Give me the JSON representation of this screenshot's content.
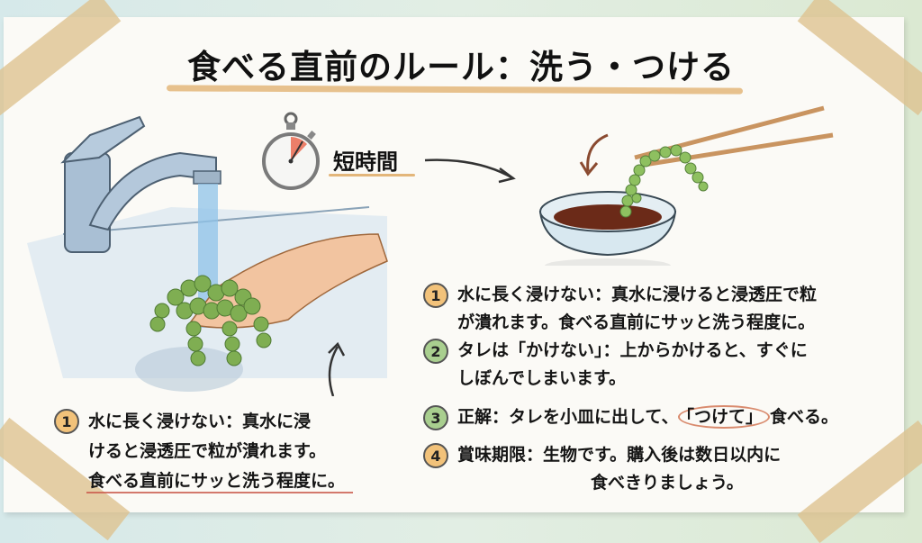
{
  "title": "食べる直前のルール：洗う・つける",
  "timer": {
    "label": "短時間",
    "icon": "stopwatch-icon"
  },
  "illustrations": {
    "left": "faucet-washing-sea-grapes",
    "right": "chopsticks-dipping-sea-grapes-in-sauce"
  },
  "left_note": {
    "number": "1",
    "lines": [
      "水に長く浸けない：真水に浸",
      "けると浸透圧で粒が潰れます。",
      "食べる直前にサッと洗う程度に。"
    ]
  },
  "rules": [
    {
      "number": "1",
      "color": "orange",
      "lines": [
        "水に長く浸けない：真水に浸けると浸透圧で粒",
        "が潰れます。食べる直前にサッと洗う程度に。"
      ]
    },
    {
      "number": "2",
      "color": "green",
      "lines": [
        "タレは「かけない」：上からかけると、すぐに",
        "しぼんでしまいます。"
      ]
    },
    {
      "number": "3",
      "color": "green",
      "prefix": "正解：タレを小皿に出して、",
      "highlight": "「つけて」",
      "suffix": "食べる。"
    },
    {
      "number": "4",
      "color": "orange",
      "lines": [
        "賞味期限：生物です。購入後は数日以内に",
        "食べきりましょう。"
      ]
    }
  ],
  "colors": {
    "tape": "#dec18e",
    "accent_underline": "#e3b67a",
    "badge_orange": "#f2c27a",
    "badge_green": "#a9cf8f",
    "circle": "#d98b6e"
  }
}
